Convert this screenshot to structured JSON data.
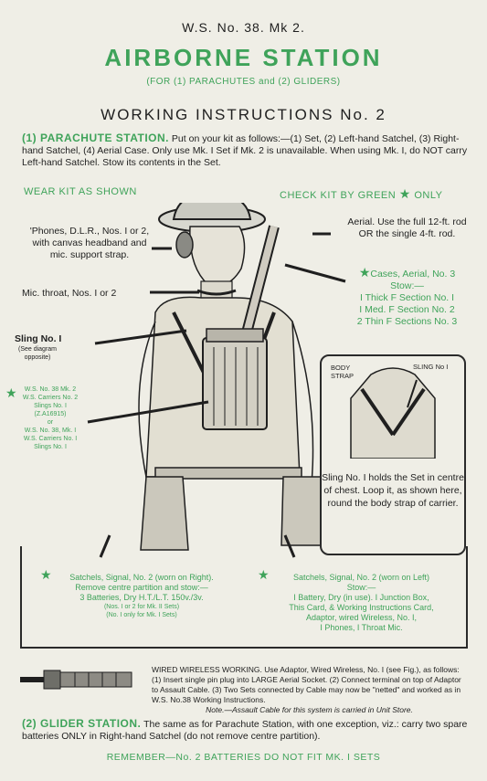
{
  "header": {
    "ws_no": "W.S. No. 38. Mk 2.",
    "title": "AIRBORNE STATION",
    "subtitle": "(FOR (1) PARACHUTES and (2) GLIDERS)",
    "instructions_title": "WORKING INSTRUCTIONS No. 2"
  },
  "parachute": {
    "lead": "(1) PARACHUTE STATION.",
    "text": "Put on your kit as follows:—(1) Set, (2) Left-hand Satchel, (3) Right-hand Satchel, (4) Aerial Case. Only use Mk. I Set if Mk. 2 is unavailable. When using Mk. I, do NOT carry Left-hand Satchel. Stow its contents in the Set."
  },
  "headings": {
    "wear_kit": "WEAR KIT AS SHOWN",
    "check_kit": "CHECK KIT BY GREEN",
    "check_kit_suffix": "ONLY"
  },
  "labels": {
    "phones": "'Phones, D.L.R., Nos. I or 2, with canvas headband and mic. support strap.",
    "mic": "Mic. throat, Nos. I or 2",
    "sling1_title": "Sling No. I",
    "sling1_note": "(See diagram opposite)",
    "carriers": [
      "W.S. No. 38 Mk. 2",
      "W.S. Carriers No. 2",
      "Slings No. I",
      "(Z.A16915)",
      "or",
      "W.S. No. 38, Mk. I",
      "W.S. Carriers No. I",
      "Slings No. I"
    ],
    "aerial": "Aerial. Use the full 12-ft. rod OR the single 4-ft. rod.",
    "cases_title": "Cases, Aerial, No. 3",
    "cases_stow": "Stow:—",
    "cases_items": [
      "I Thick F Section No. I",
      "I Med. F Section No. 2",
      "2 Thin F Sections No. 3"
    ]
  },
  "sling_box": {
    "body_strap": "BODY STRAP",
    "sling_no1": "SLING No I",
    "text": "Sling No. I holds the Set in centre of chest. Loop it, as shown here, round the body strap of carrier."
  },
  "satchels": {
    "right_title": "Satchels, Signal, No. 2 (worn on Right).",
    "right_sub": "Remove centre partition and stow:—",
    "right_items": [
      "3 Batteries, Dry H.T./L.T. 150v./3v.",
      "(Nos. I or 2 for Mk. II Sets)",
      "(No. I only for Mk. I Sets)"
    ],
    "left_title": "Satchels, Signal, No. 2 (worn on Left)",
    "left_sub": "Stow:—",
    "left_items": [
      "I Battery, Dry (in use). I Junction Box,",
      "This Card, & Working Instructions Card,",
      "Adaptor, wired Wireless, No. I,",
      "I Phones, I Throat Mic."
    ]
  },
  "wired": {
    "text": "WIRED WIRELESS WORKING. Use Adaptor, Wired Wireless, No. I (see Fig.), as follows: (1) Insert single pin plug into LARGE Aerial Socket. (2) Connect terminal on top of Adaptor to Assault Cable. (3) Two Sets connected by Cable may now be \"netted\" and worked as in W.S. No.38 Working Instructions.",
    "note": "Note.—Assault Cable for this system is carried in Unit Store."
  },
  "glider": {
    "lead": "(2) GLIDER STATION.",
    "text": "The same as for Parachute Station, with one exception, viz.: carry two spare batteries ONLY in Right-hand Satchel (do not remove centre partition)."
  },
  "footer": {
    "remember": "REMEMBER—No. 2 BATTERIES DO NOT FIT MK. I SETS"
  },
  "colors": {
    "accent_green": "#3fa35a",
    "ink": "#1f1f1f",
    "paper": "#efeee6"
  }
}
